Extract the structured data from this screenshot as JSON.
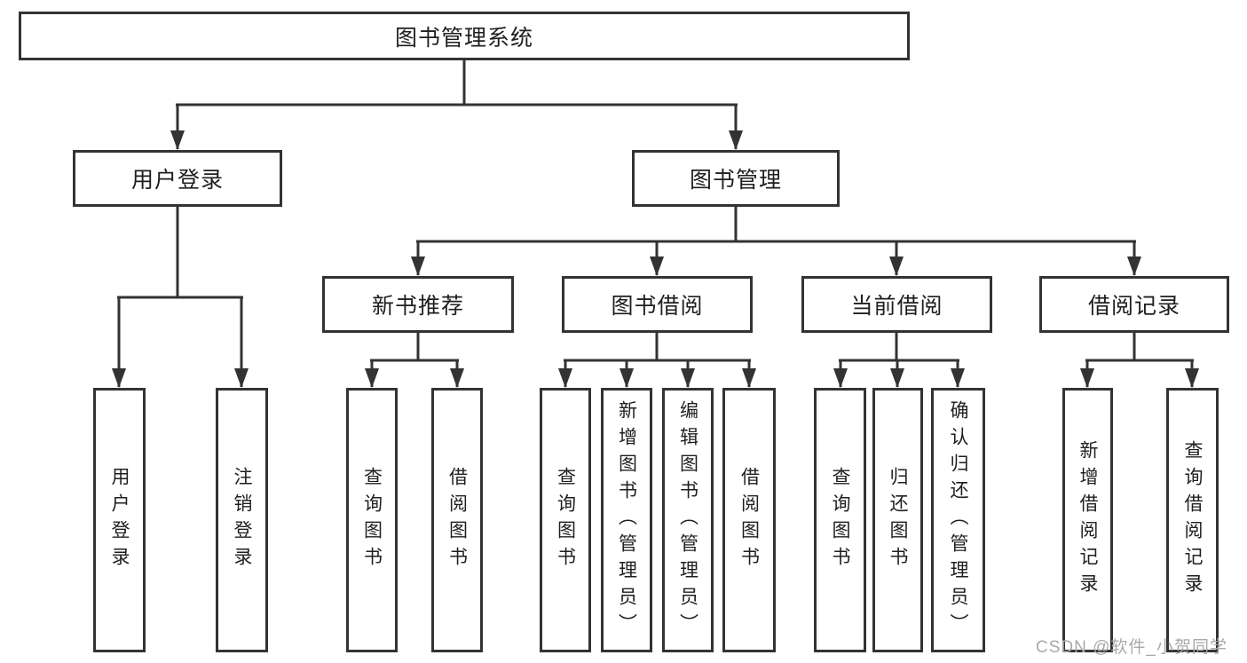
{
  "diagram": {
    "root": "图书管理系统",
    "branches": [
      {
        "label": "用户登录",
        "children": [
          "用户登录",
          "注销登录"
        ]
      },
      {
        "label": "图书管理",
        "children": [
          {
            "label": "新书推荐",
            "children": [
              "查询图书",
              "借阅图书"
            ]
          },
          {
            "label": "图书借阅",
            "children": [
              "查询图书",
              "新增图书（管理员）",
              "编辑图书（管理员）",
              "借阅图书"
            ]
          },
          {
            "label": "当前借阅",
            "children": [
              "查询图书",
              "归还图书",
              "确认归还（管理员）"
            ]
          },
          {
            "label": "借阅记录",
            "children": [
              "新增借阅记录",
              "查询借阅记录"
            ]
          }
        ]
      }
    ]
  },
  "watermark": "CSDN @软件_小贺同学",
  "colors": {
    "line": "#333333",
    "text": "#1f1f1f",
    "background": "#ffffff",
    "watermark": "#a9a9a9"
  }
}
